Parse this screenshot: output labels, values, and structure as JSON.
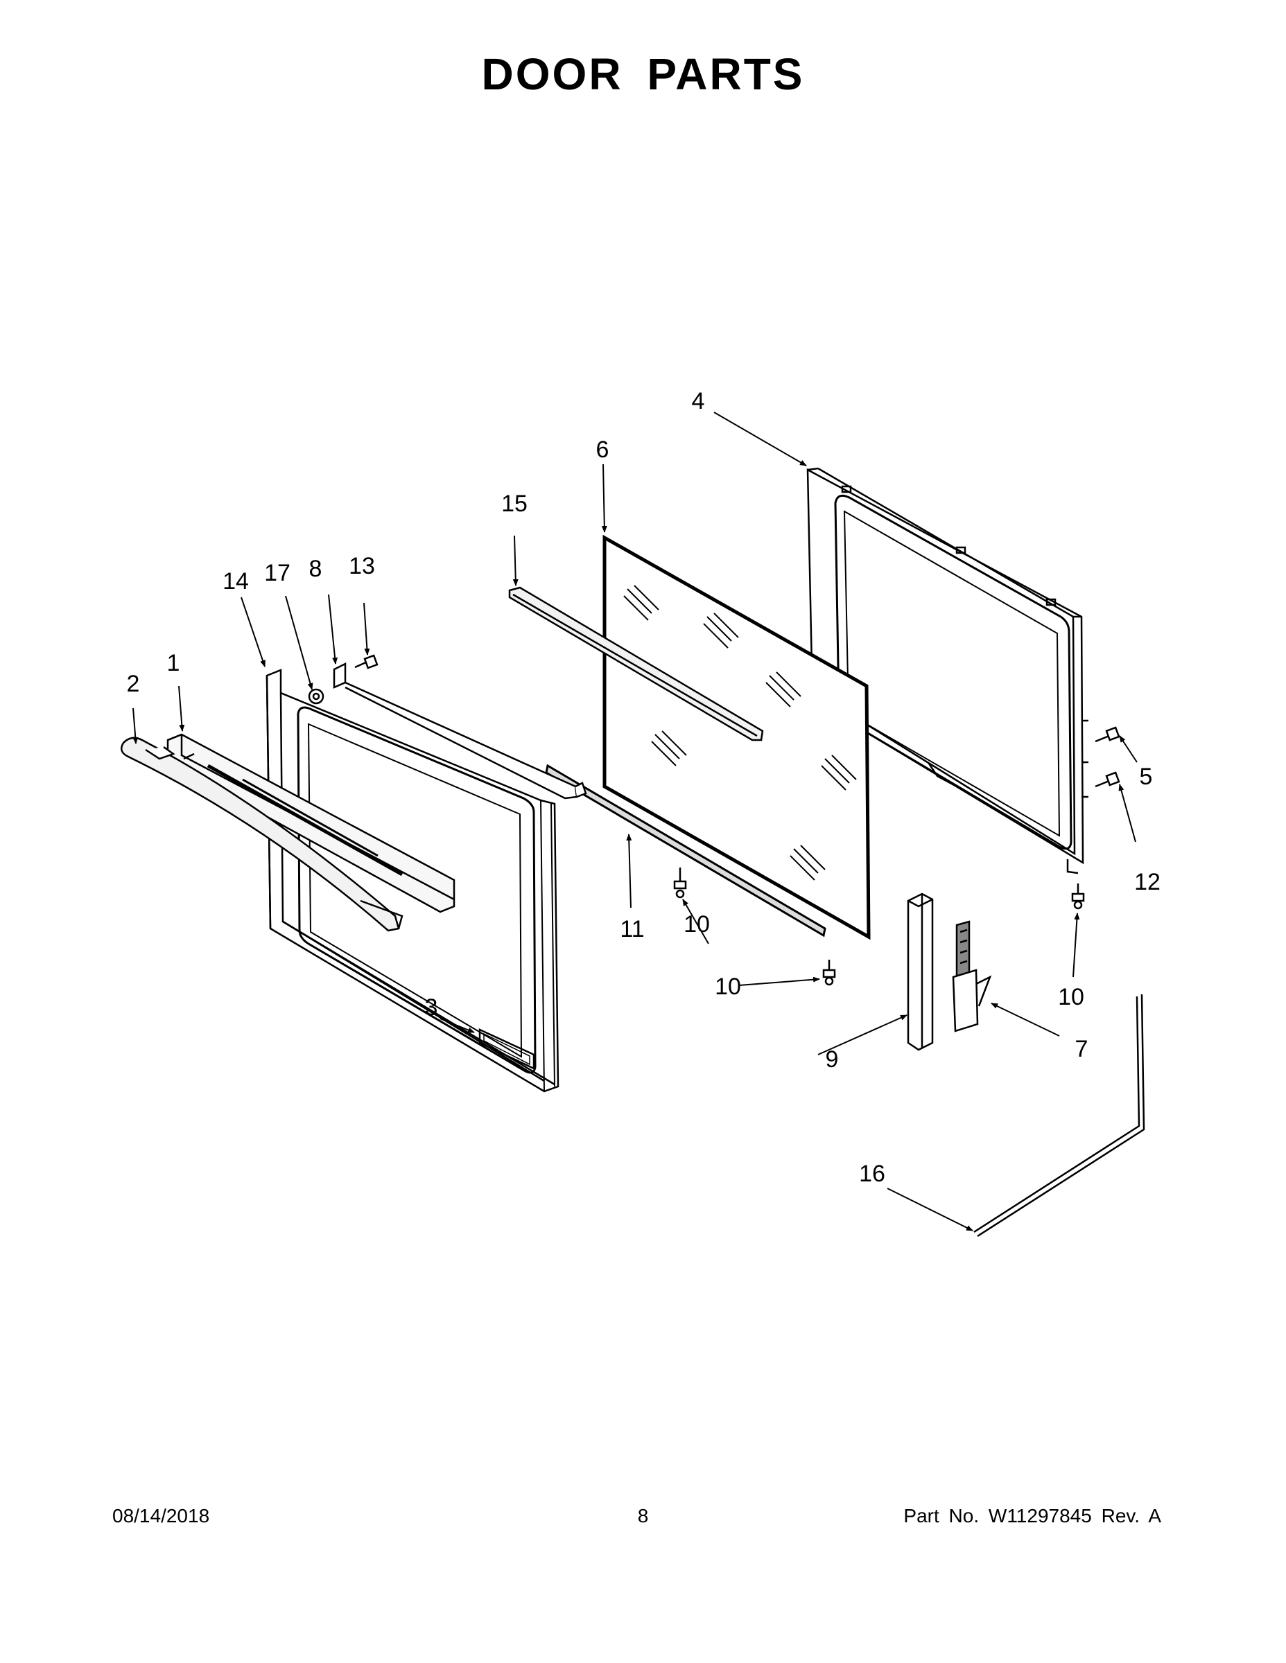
{
  "title": "DOOR PARTS",
  "footer": {
    "date": "08/14/2018",
    "page": "8",
    "part": "Part No.  W11297845  Rev.  A"
  },
  "callouts": {
    "c1": "1",
    "c2": "2",
    "c3": "3",
    "c4": "4",
    "c5": "5",
    "c6": "6",
    "c7": "7",
    "c8": "8",
    "c9": "9",
    "c10a": "10",
    "c10b": "10",
    "c10c": "10",
    "c11": "11",
    "c12": "12",
    "c13": "13",
    "c14": "14",
    "c15": "15",
    "c16": "16",
    "c17": "17"
  }
}
